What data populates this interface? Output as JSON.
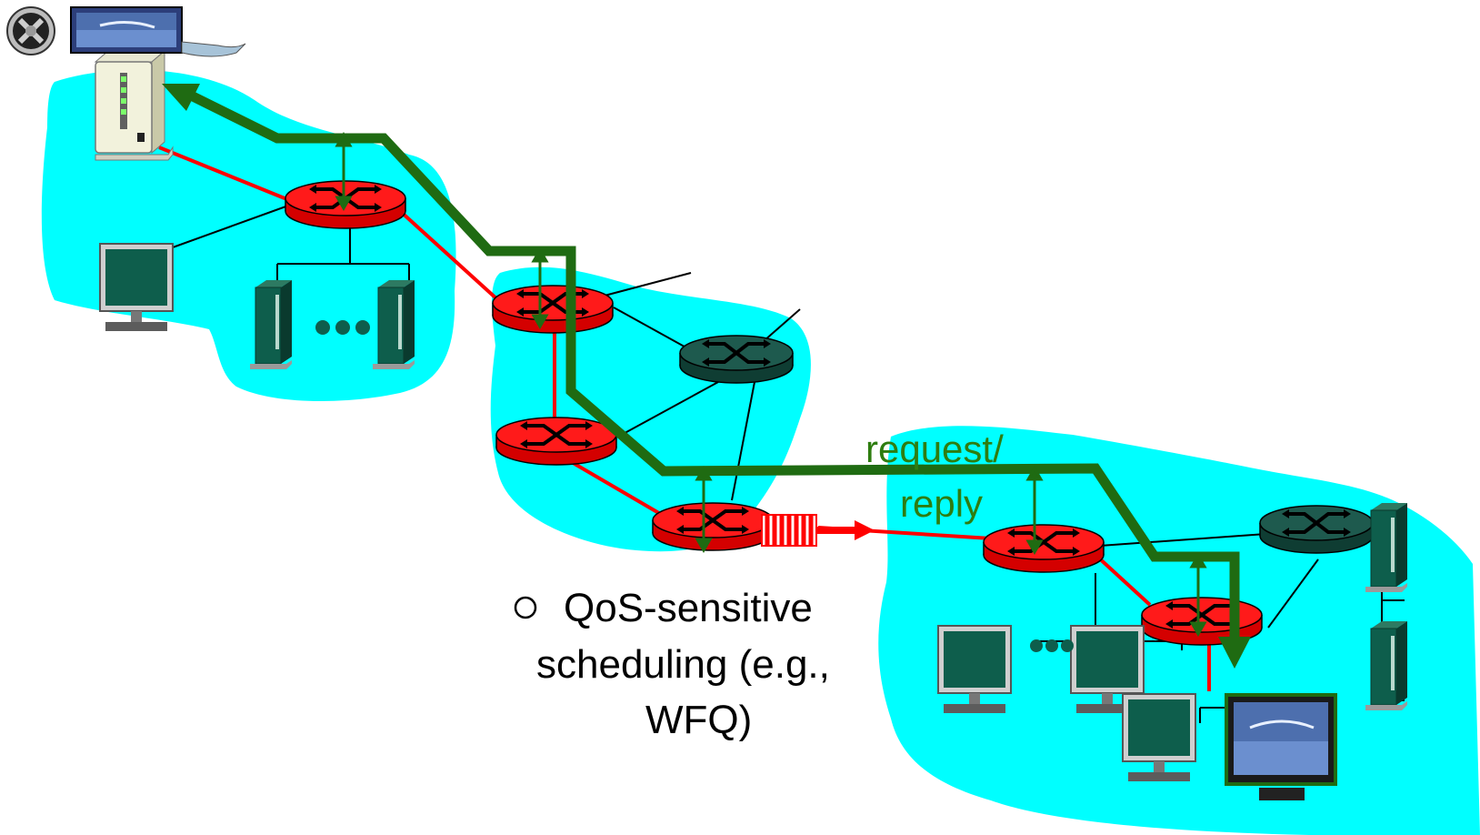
{
  "labels": {
    "request_line1": "request/",
    "request_line2": "reply",
    "bullet_line1": "QoS-sensitive",
    "bullet_line2": "scheduling (e.g.,",
    "bullet_line3": "WFQ)"
  },
  "colors": {
    "network_cloud": "#00FFFF",
    "qos_router": "#FF0000",
    "plain_router": "#1E5A4E",
    "path": "#1F6B12",
    "label_green": "#2E7D10",
    "link_red": "#FF0000",
    "host": "#0E5E4C"
  },
  "icons": {
    "media_server": "server-icon",
    "player": "video-player-icon",
    "film": "film-reel-icon"
  }
}
